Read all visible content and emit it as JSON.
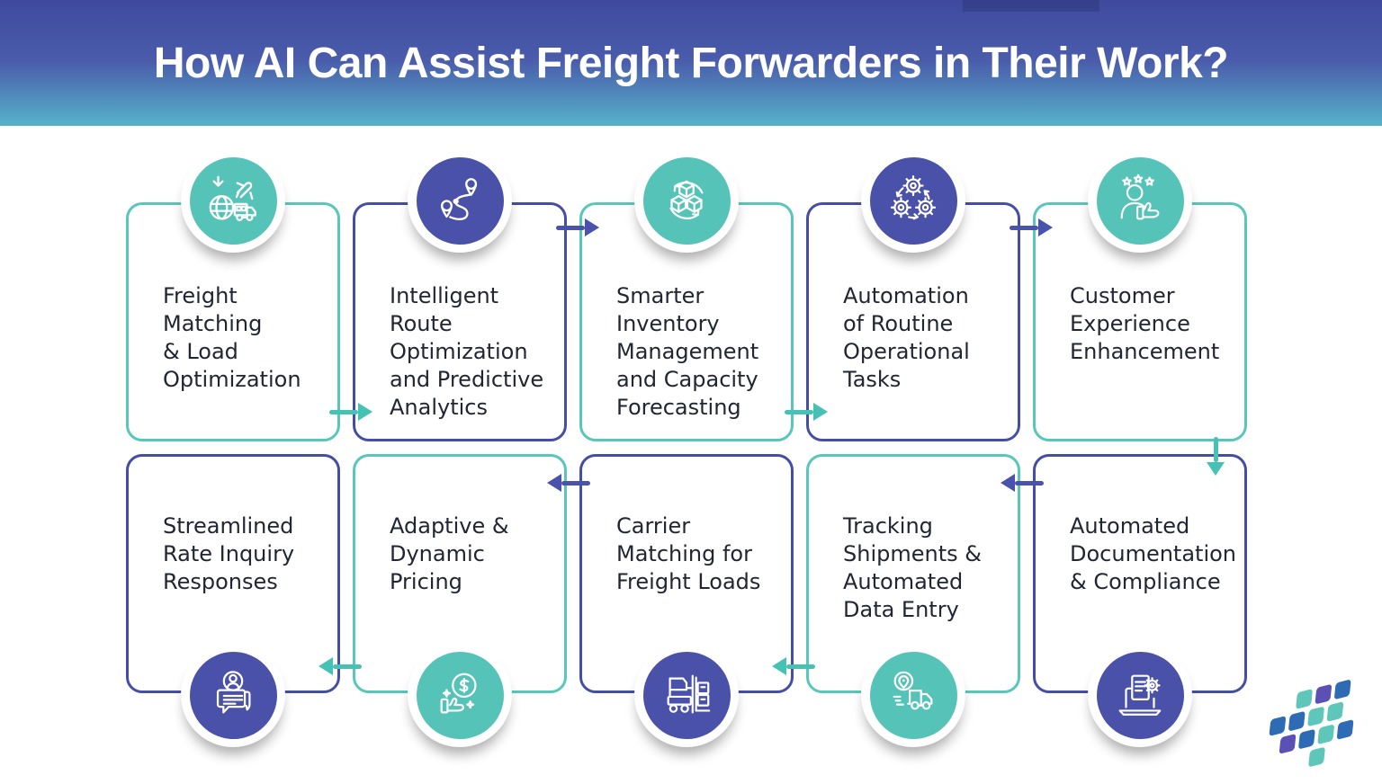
{
  "header": {
    "title": "How AI Can Assist Freight Forwarders in Their Work?"
  },
  "colors": {
    "header_gradient_top": "#3f4a9e",
    "header_gradient_bottom": "#56b2ca",
    "teal": "#55c3b7",
    "indigo": "#4a51a8",
    "text": "#222634",
    "logo_blue": "#2d6cb5",
    "logo_teal": "#5fc7ba",
    "logo_purple": "#5b50b4"
  },
  "cards": [
    {
      "name": "freight-matching",
      "theme": "teal",
      "icon": "globe-plane-truck-icon",
      "label": "Freight\nMatching\n& Load\nOptimization"
    },
    {
      "name": "route-optimization",
      "theme": "indigo",
      "icon": "route-pins-icon",
      "label": "Intelligent\nRoute\nOptimization\nand Predictive\nAnalytics"
    },
    {
      "name": "inventory-management",
      "theme": "teal",
      "icon": "cubes-cycle-icon",
      "label": "Smarter\nInventory\nManagement\nand Capacity\nForecasting"
    },
    {
      "name": "routine-task-automation",
      "theme": "indigo",
      "icon": "gears-icon",
      "label": "Automation\nof Routine\nOperational\nTasks"
    },
    {
      "name": "customer-experience",
      "theme": "teal",
      "icon": "person-thumbs-up-icon",
      "label": "Customer\nExperience\nEnhancement"
    },
    {
      "name": "rate-inquiry-responses",
      "theme": "indigo",
      "icon": "chat-avatar-icon",
      "label": "Streamlined\nRate Inquiry\nResponses"
    },
    {
      "name": "dynamic-pricing",
      "theme": "teal",
      "icon": "thumb-dollar-icon",
      "label": "Adaptive &\nDynamic\nPricing"
    },
    {
      "name": "carrier-matching",
      "theme": "indigo",
      "icon": "forklift-icon",
      "label": "Carrier\nMatching for\nFreight Loads"
    },
    {
      "name": "shipment-tracking",
      "theme": "teal",
      "icon": "truck-location-icon",
      "label": "Tracking\nShipments &\nAutomated\nData Entry"
    },
    {
      "name": "documentation-compliance",
      "theme": "indigo",
      "icon": "laptop-document-gear-icon",
      "label": "Automated\nDocumentation\n& Compliance"
    }
  ],
  "flow": {
    "row1_direction": "left-to-right",
    "row2_direction": "right-to-left",
    "connector_between_rows": "down-arrow-right-side"
  },
  "logo": {
    "name": "interlocking-tiles-logo"
  }
}
